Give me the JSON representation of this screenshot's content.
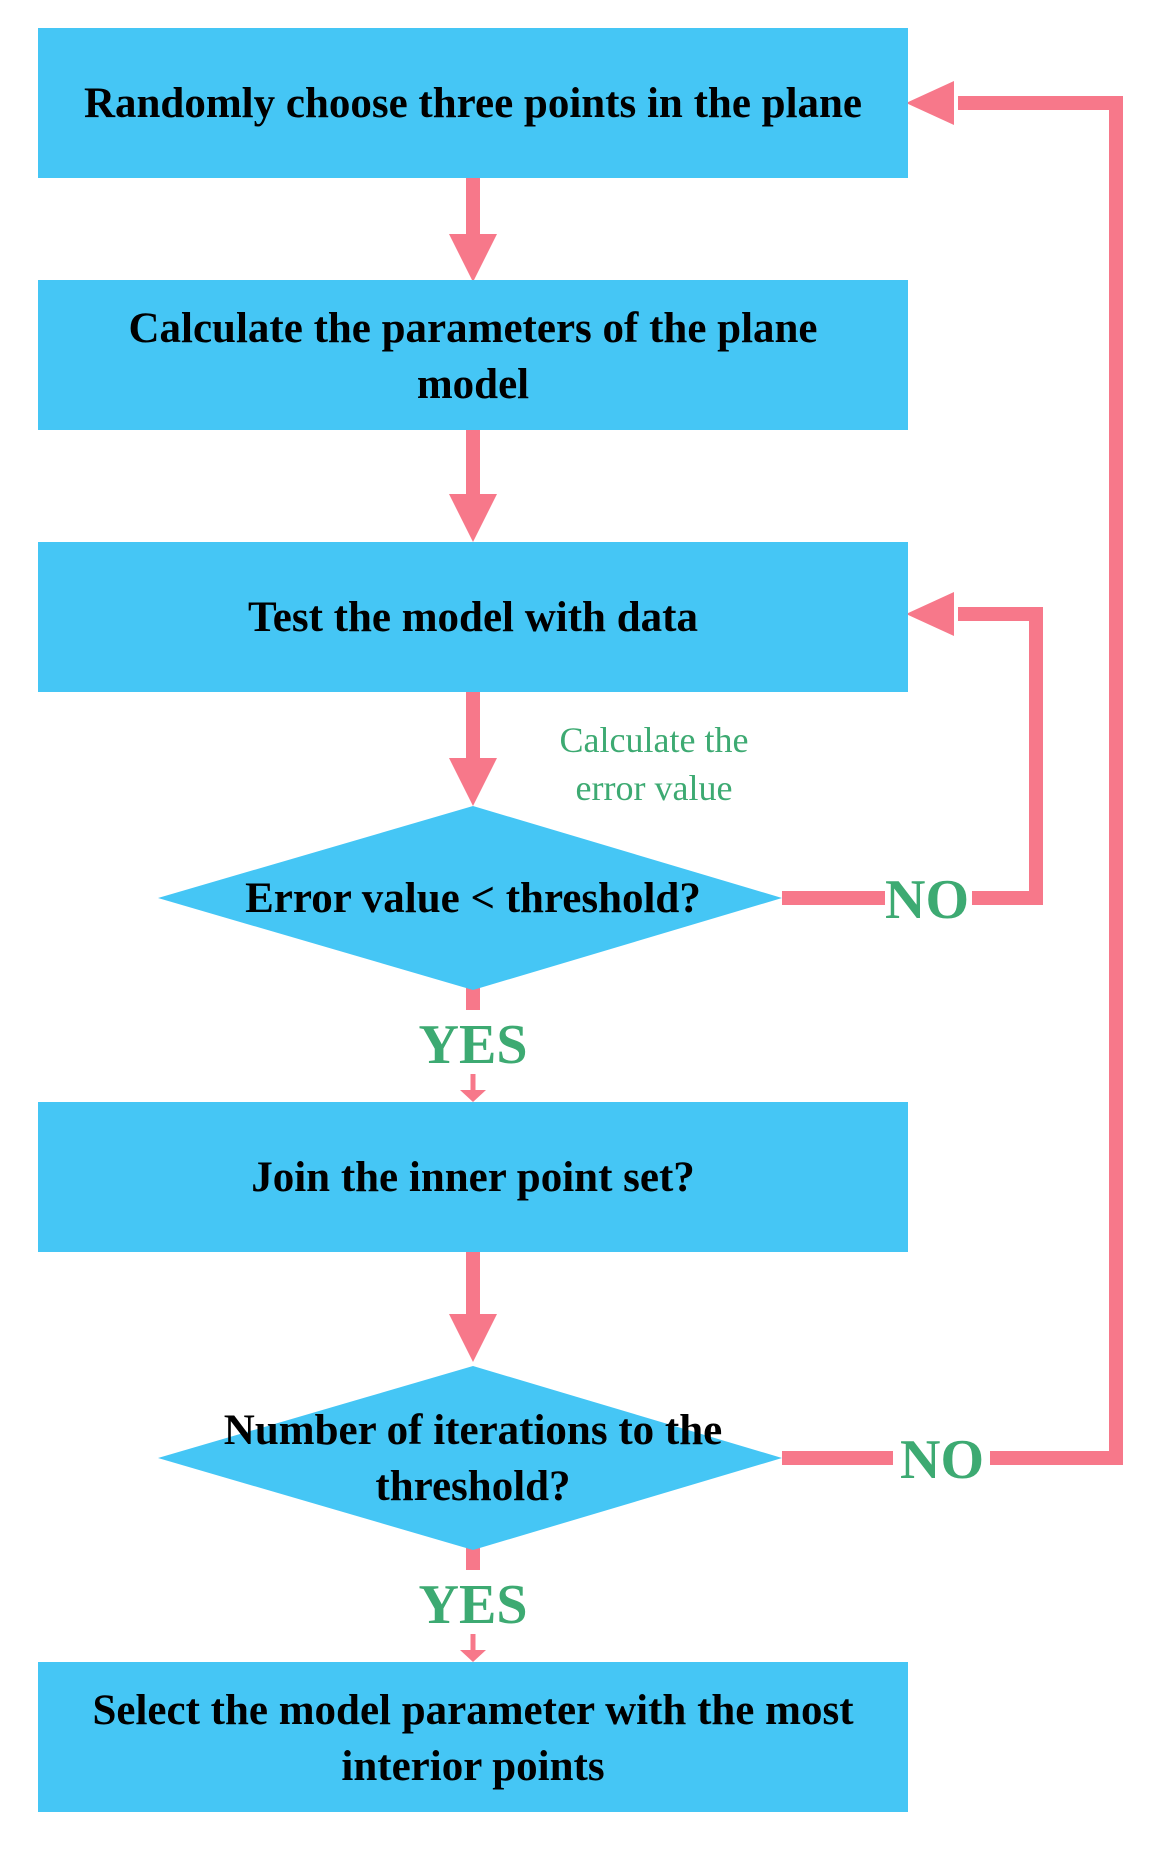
{
  "colors": {
    "box_fill": "#45C6F5",
    "arrow": "#F7788A",
    "label_green": "#3DAA72",
    "text": "#000000",
    "background": "#FFFFFF"
  },
  "nodes": {
    "choose_points": {
      "shape": "rectangle",
      "lines": [
        "Randomly choose three points in the plane"
      ]
    },
    "calc_params": {
      "shape": "rectangle",
      "lines": [
        "Calculate the parameters of the plane",
        "model"
      ]
    },
    "test_model": {
      "shape": "rectangle",
      "lines": [
        "Test the model with data"
      ]
    },
    "error_check": {
      "shape": "diamond",
      "lines": [
        "Error value < threshold?"
      ]
    },
    "join_set": {
      "shape": "rectangle",
      "lines": [
        "Join the inner point set?"
      ]
    },
    "iter_check": {
      "shape": "diamond",
      "lines": [
        "Number of iterations to the",
        "threshold?"
      ]
    },
    "select_model": {
      "shape": "rectangle",
      "lines": [
        "Select the model parameter with the most",
        "interior points"
      ]
    }
  },
  "annotations": {
    "calc_error": [
      "Calculate the",
      "error value"
    ]
  },
  "edge_labels": {
    "error_no": "NO",
    "error_yes": "YES",
    "iter_no": "NO",
    "iter_yes": "YES"
  },
  "edges": [
    {
      "from": "choose_points",
      "to": "calc_params"
    },
    {
      "from": "calc_params",
      "to": "test_model"
    },
    {
      "from": "test_model",
      "to": "error_check"
    },
    {
      "from": "error_check",
      "to": "test_model",
      "label": "NO"
    },
    {
      "from": "error_check",
      "to": "join_set",
      "label": "YES"
    },
    {
      "from": "join_set",
      "to": "iter_check"
    },
    {
      "from": "iter_check",
      "to": "choose_points",
      "label": "NO"
    },
    {
      "from": "iter_check",
      "to": "select_model",
      "label": "YES"
    }
  ]
}
